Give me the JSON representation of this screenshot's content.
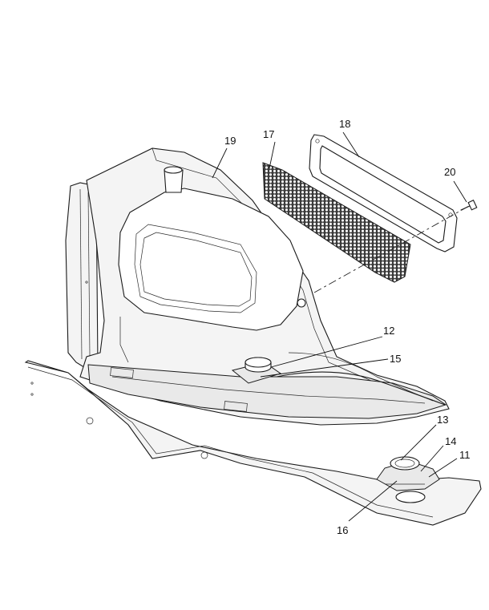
{
  "callouts": [
    {
      "id": "c11",
      "label": "11"
    },
    {
      "id": "c12",
      "label": "12"
    },
    {
      "id": "c13",
      "label": "13"
    },
    {
      "id": "c14",
      "label": "14"
    },
    {
      "id": "c15",
      "label": "15"
    },
    {
      "id": "c16",
      "label": "16"
    },
    {
      "id": "c17",
      "label": "17"
    },
    {
      "id": "c18",
      "label": "18"
    },
    {
      "id": "c19",
      "label": "19"
    },
    {
      "id": "c20",
      "label": "20"
    }
  ],
  "colors": {
    "line": "#1a1a1a",
    "fill": "#f4f4f4",
    "mesh": "#2b2b2b",
    "background": "#ffffff"
  }
}
